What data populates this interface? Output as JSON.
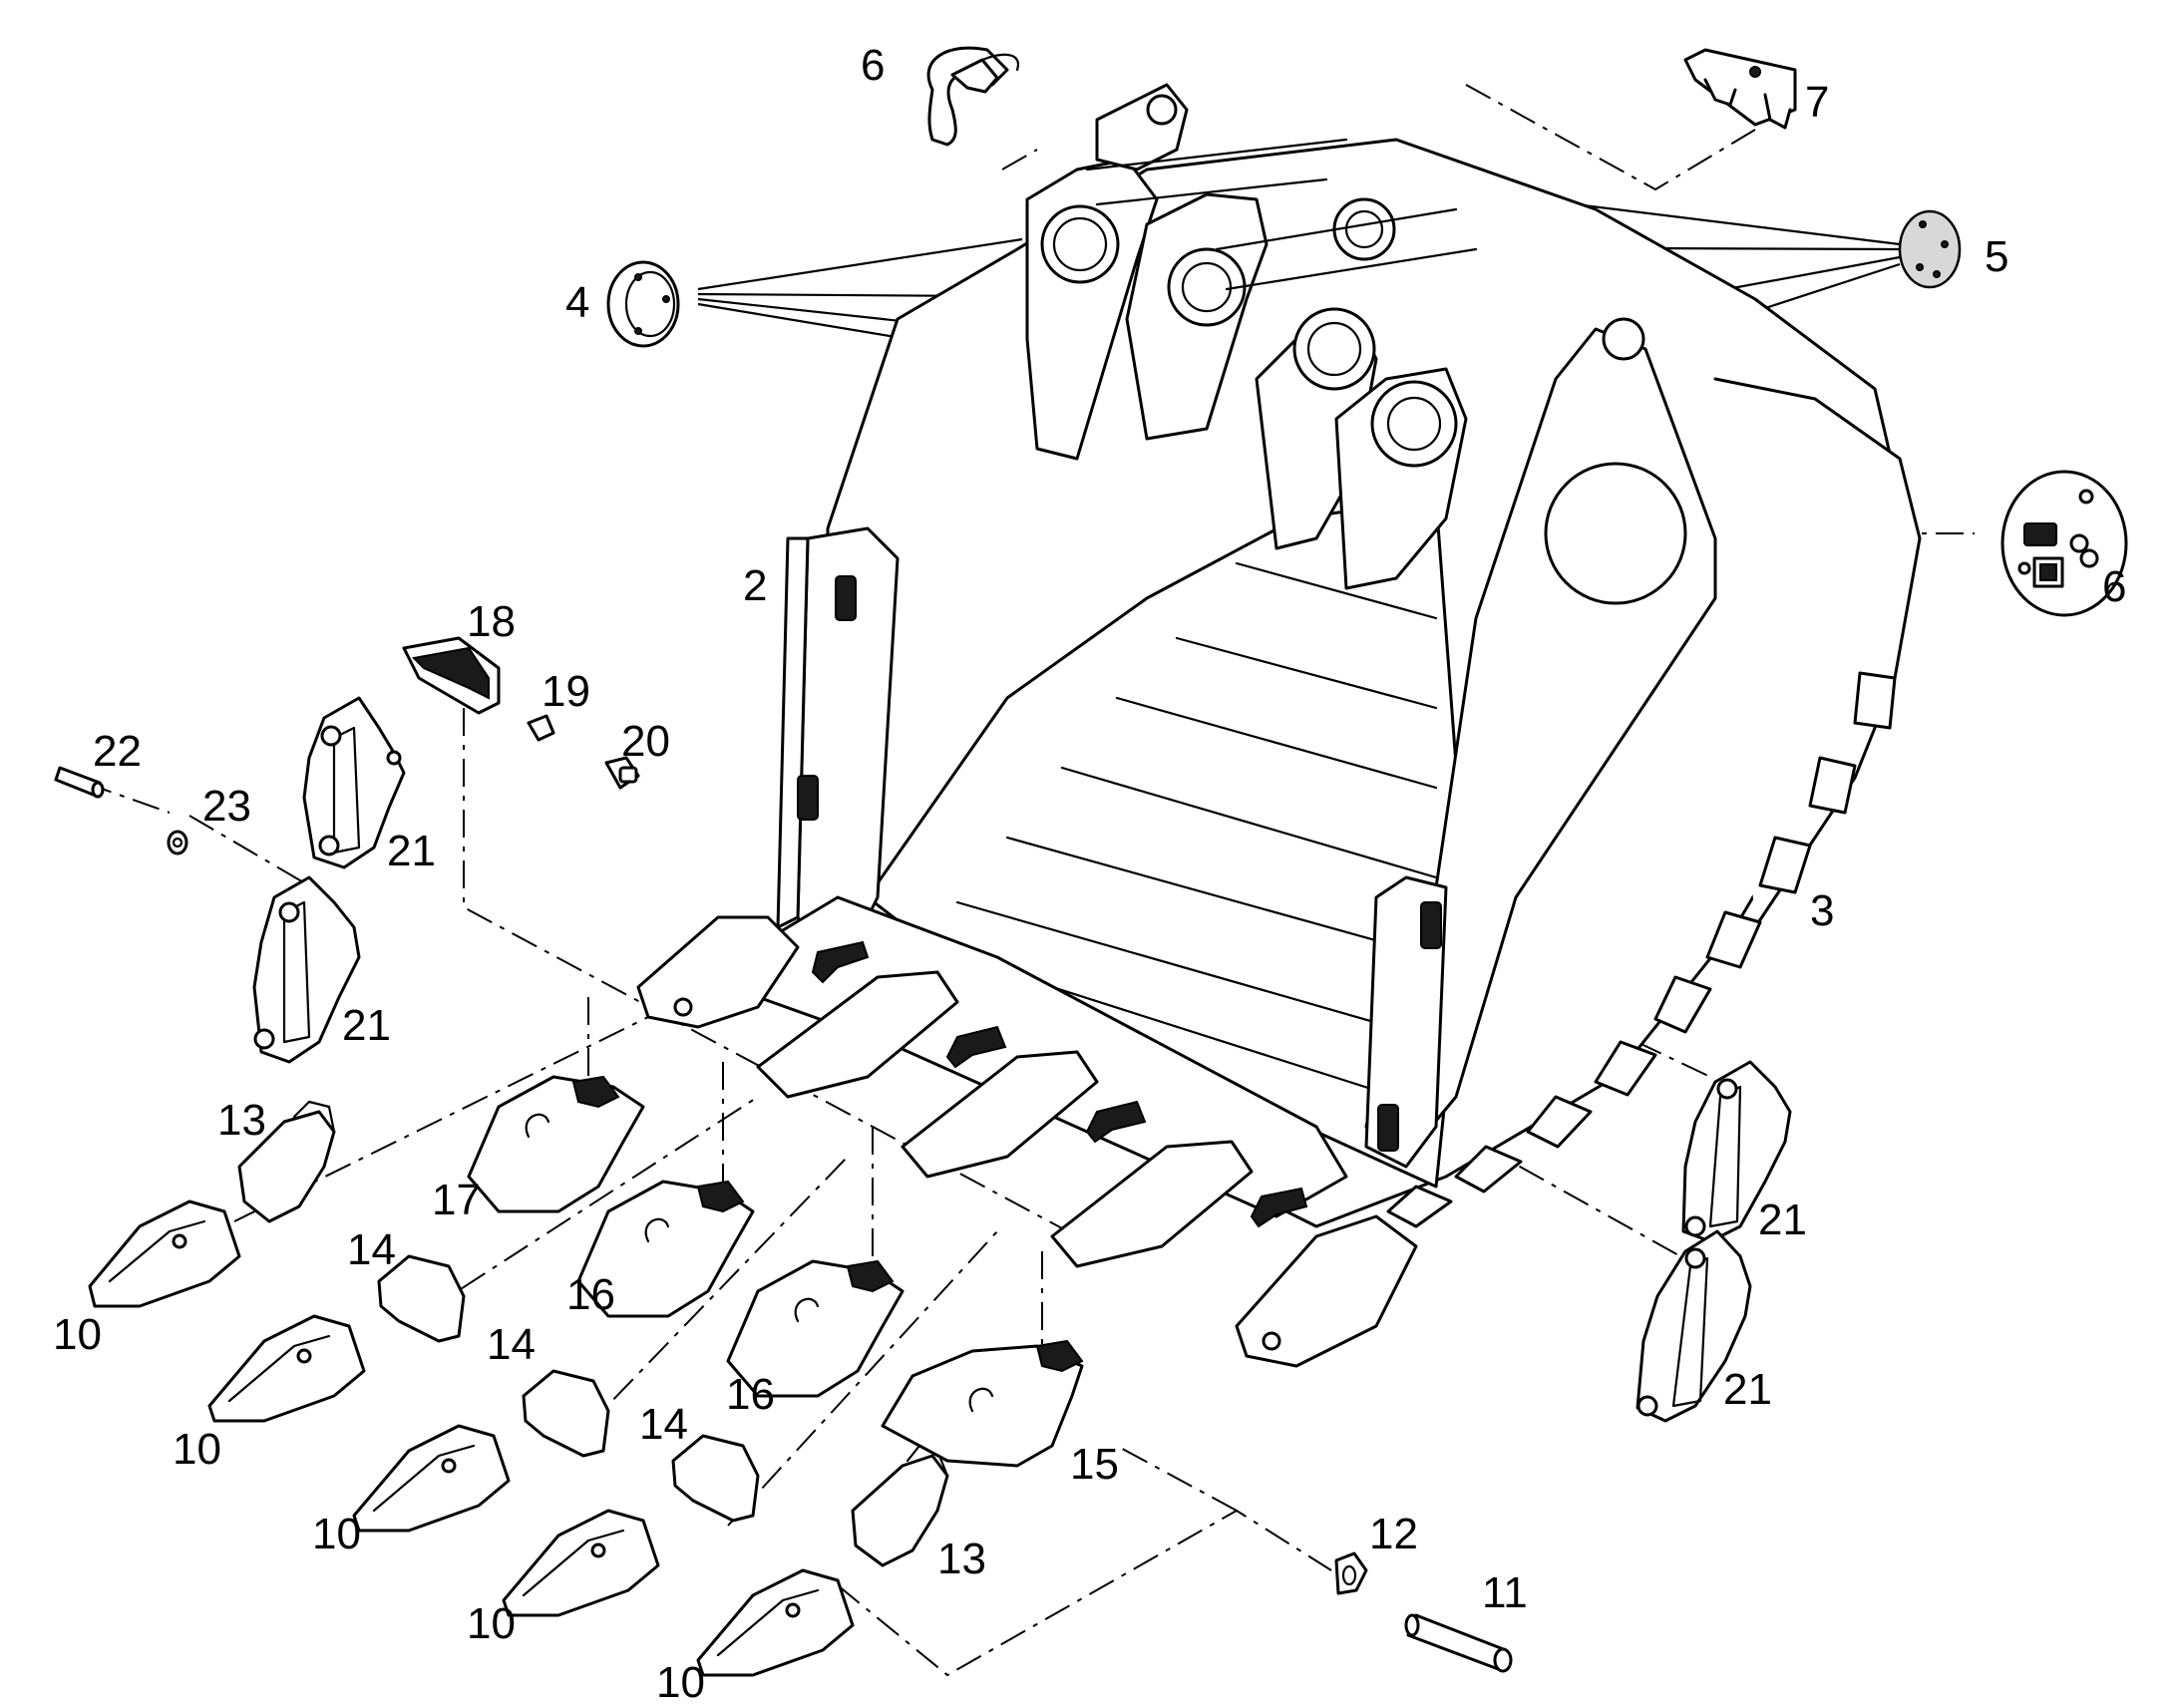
{
  "callouts": {
    "c2": "2",
    "c3": "3",
    "c4": "4",
    "c5": "5",
    "c6a": "6",
    "c6b": "6",
    "c7": "7",
    "c10a": "10",
    "c10b": "10",
    "c10c": "10",
    "c10d": "10",
    "c10e": "10",
    "c11": "11",
    "c12": "12",
    "c13a": "13",
    "c13b": "13",
    "c14a": "14",
    "c14b": "14",
    "c14c": "14",
    "c15": "15",
    "c16a": "16",
    "c16b": "16",
    "c17": "17",
    "c18": "18",
    "c19": "19",
    "c20": "20",
    "c21a": "21",
    "c21b": "21",
    "c21c": "21",
    "c21d": "21",
    "c22": "22",
    "c23": "23"
  }
}
